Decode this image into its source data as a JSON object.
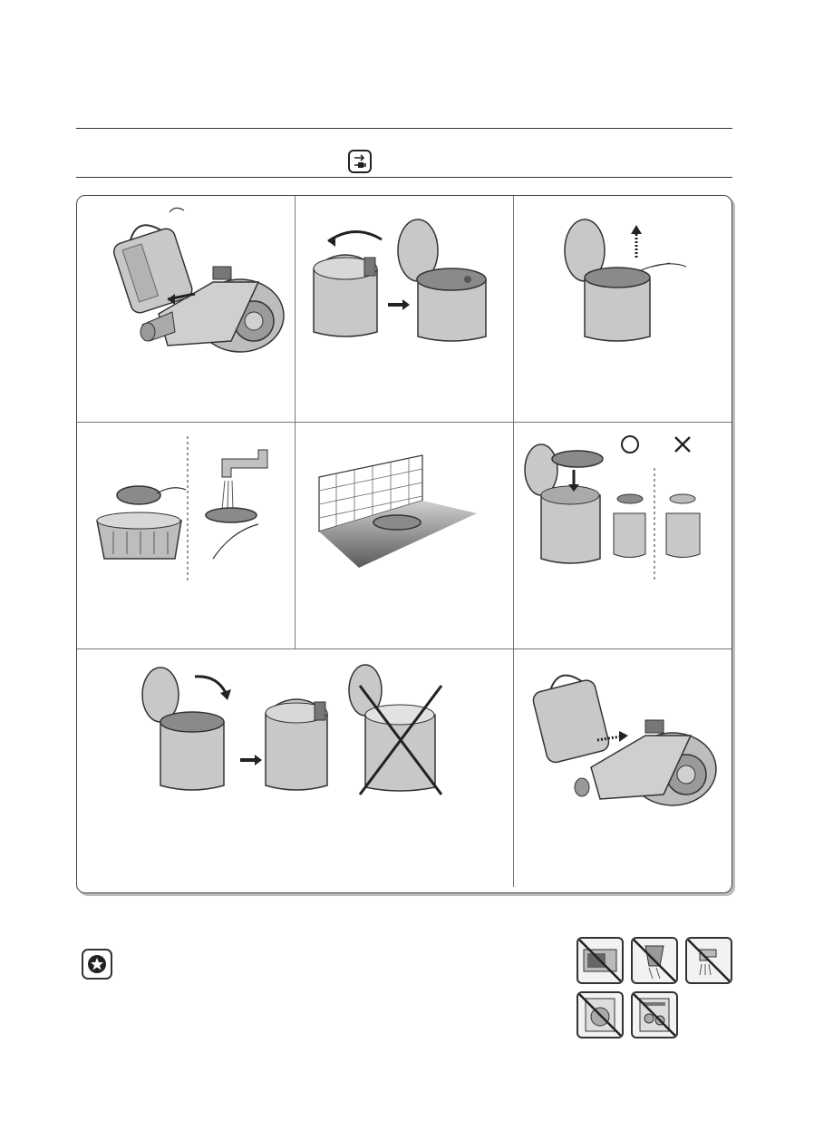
{
  "header": {
    "icon": "unplug-icon"
  },
  "steps": [
    {
      "id": 1,
      "icon": "remove-dust-bin-illustration"
    },
    {
      "id": 2,
      "icon": "open-dust-bin-lid-illustration"
    },
    {
      "id": 3,
      "icon": "lift-filter-illustration"
    },
    {
      "id": 4,
      "icon": "tap-and-rinse-filter-illustration"
    },
    {
      "id": 5,
      "icon": "dry-filter-in-shade-illustration"
    },
    {
      "id": 6,
      "icon": "insert-filter-correctly-illustration"
    },
    {
      "id": 7,
      "icon": "close-lid-illustration"
    },
    {
      "id": 8,
      "icon": "reinsert-dust-bin-illustration"
    }
  ],
  "note": {
    "icon": "star-note-icon"
  },
  "warnings": [
    {
      "icon": "no-microwave-icon"
    },
    {
      "icon": "no-hair-dryer-icon"
    },
    {
      "icon": "no-hot-water-icon"
    },
    {
      "icon": "no-washing-machine-icon"
    },
    {
      "icon": "no-dishwasher-icon"
    }
  ],
  "colors": {
    "line": "#333333",
    "bin_fill": "#c8c8c8",
    "filter_fill": "#8a8a8a",
    "panel_shadow": "#bdbdbd"
  }
}
